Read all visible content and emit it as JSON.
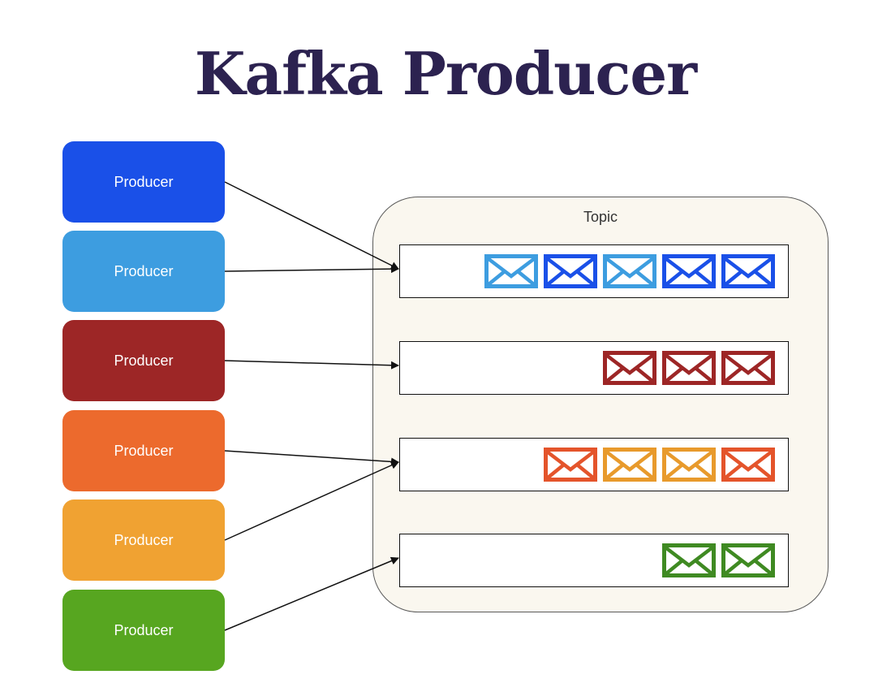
{
  "title": "Kafka Producer",
  "producers": [
    {
      "label": "Producer",
      "color": "#1a50e8"
    },
    {
      "label": "Producer",
      "color": "#3d9de0"
    },
    {
      "label": "Producer",
      "color": "#9d2626"
    },
    {
      "label": "Producer",
      "color": "#ec6a2d"
    },
    {
      "label": "Producer",
      "color": "#f0a232"
    },
    {
      "label": "Producer",
      "color": "#57a620"
    }
  ],
  "topic": {
    "label": "Topic",
    "partitions": [
      {
        "messages": [
          "#3d9de0",
          "#1a50e8",
          "#3d9de0",
          "#1a50e8",
          "#1a50e8"
        ]
      },
      {
        "messages": [
          "#9d2626",
          "#9d2626",
          "#9d2626"
        ]
      },
      {
        "messages": [
          "#e4542b",
          "#e89a2c",
          "#e89a2c",
          "#e4542b"
        ]
      },
      {
        "messages": [
          "#3f8a22",
          "#3f8a22"
        ]
      }
    ]
  },
  "connections": [
    {
      "producer": 0,
      "partition": 0
    },
    {
      "producer": 1,
      "partition": 0
    },
    {
      "producer": 2,
      "partition": 1
    },
    {
      "producer": 3,
      "partition": 2
    },
    {
      "producer": 4,
      "partition": 2
    },
    {
      "producer": 5,
      "partition": 3
    }
  ]
}
